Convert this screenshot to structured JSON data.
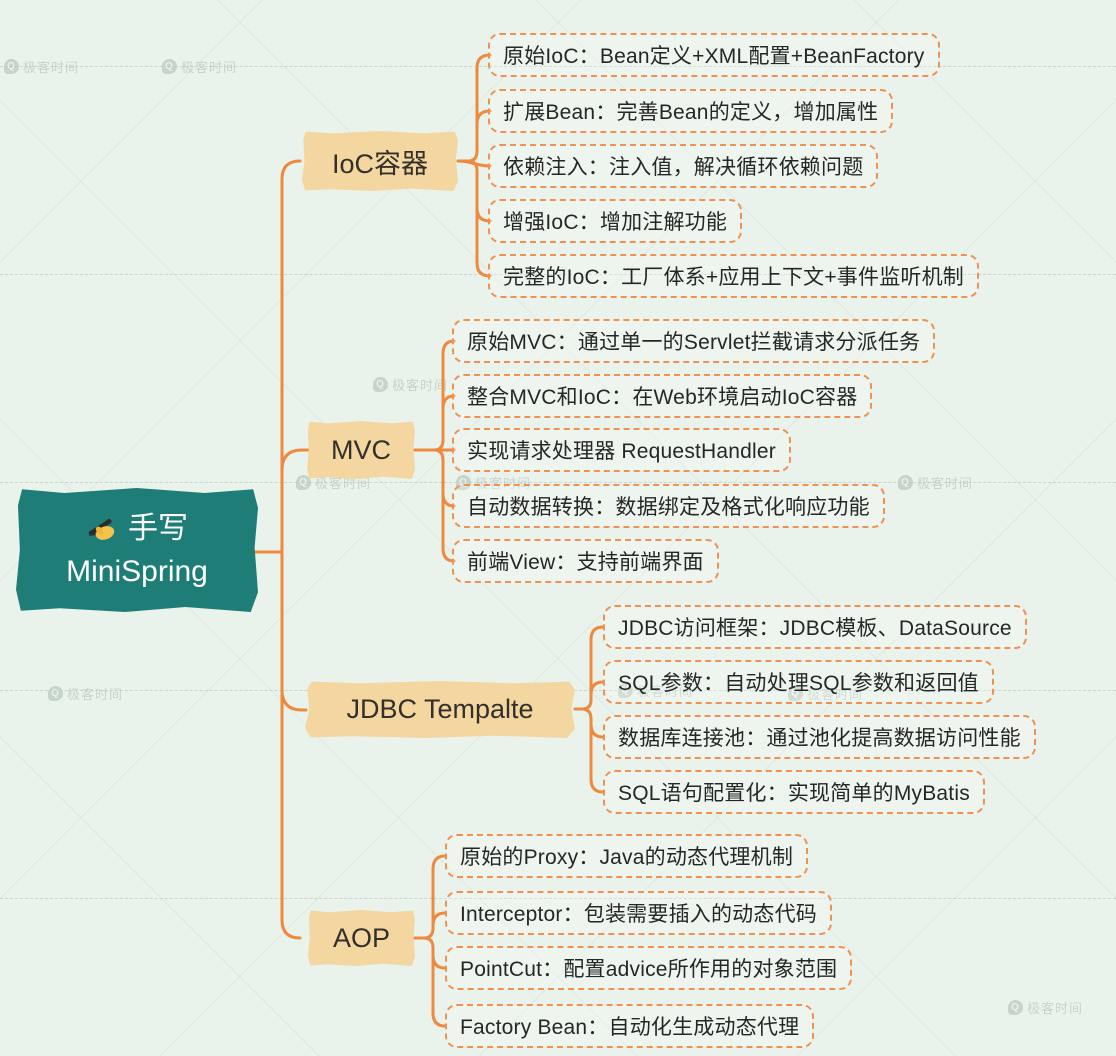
{
  "root": {
    "icon": "writing-hand-icon",
    "line1": "手写",
    "line2": "MiniSpring"
  },
  "branches": [
    {
      "label": "IoC容器",
      "leaves": [
        "原始IoC：Bean定义+XML配置+BeanFactory",
        "扩展Bean：完善Bean的定义，增加属性",
        "依赖注入：注入值，解决循环依赖问题",
        "增强IoC：增加注解功能",
        "完整的IoC：工厂体系+应用上下文+事件监听机制"
      ]
    },
    {
      "label": "MVC",
      "leaves": [
        "原始MVC：通过单一的Servlet拦截请求分派任务",
        "整合MVC和IoC：在Web环境启动IoC容器",
        "实现请求处理器 RequestHandler",
        "自动数据转换：数据绑定及格式化响应功能",
        "前端View：支持前端界面"
      ]
    },
    {
      "label": "JDBC Tempalte",
      "leaves": [
        "JDBC访问框架：JDBC模板、DataSource",
        "SQL参数：自动处理SQL参数和返回值",
        "数据库连接池：通过池化提高数据访问性能",
        "SQL语句配置化：实现简单的MyBatis"
      ]
    },
    {
      "label": "AOP",
      "leaves": [
        "原始的Proxy：Java的动态代理机制",
        "Interceptor：包装需要插入的动态代码",
        "PointCut：配置advice所作用的对象范围",
        "Factory Bean：自动化生成动态代理"
      ]
    }
  ],
  "watermark": {
    "logo": "Q",
    "text": "极客时间"
  },
  "colors": {
    "background": "#e9f2eb",
    "root_bg": "#1e7e77",
    "branch_bg": "#f4d7a0",
    "connector": "#ee8a3e",
    "leaf_border": "#ef9150",
    "text_dark": "#262626",
    "text_light": "#ffffff"
  }
}
